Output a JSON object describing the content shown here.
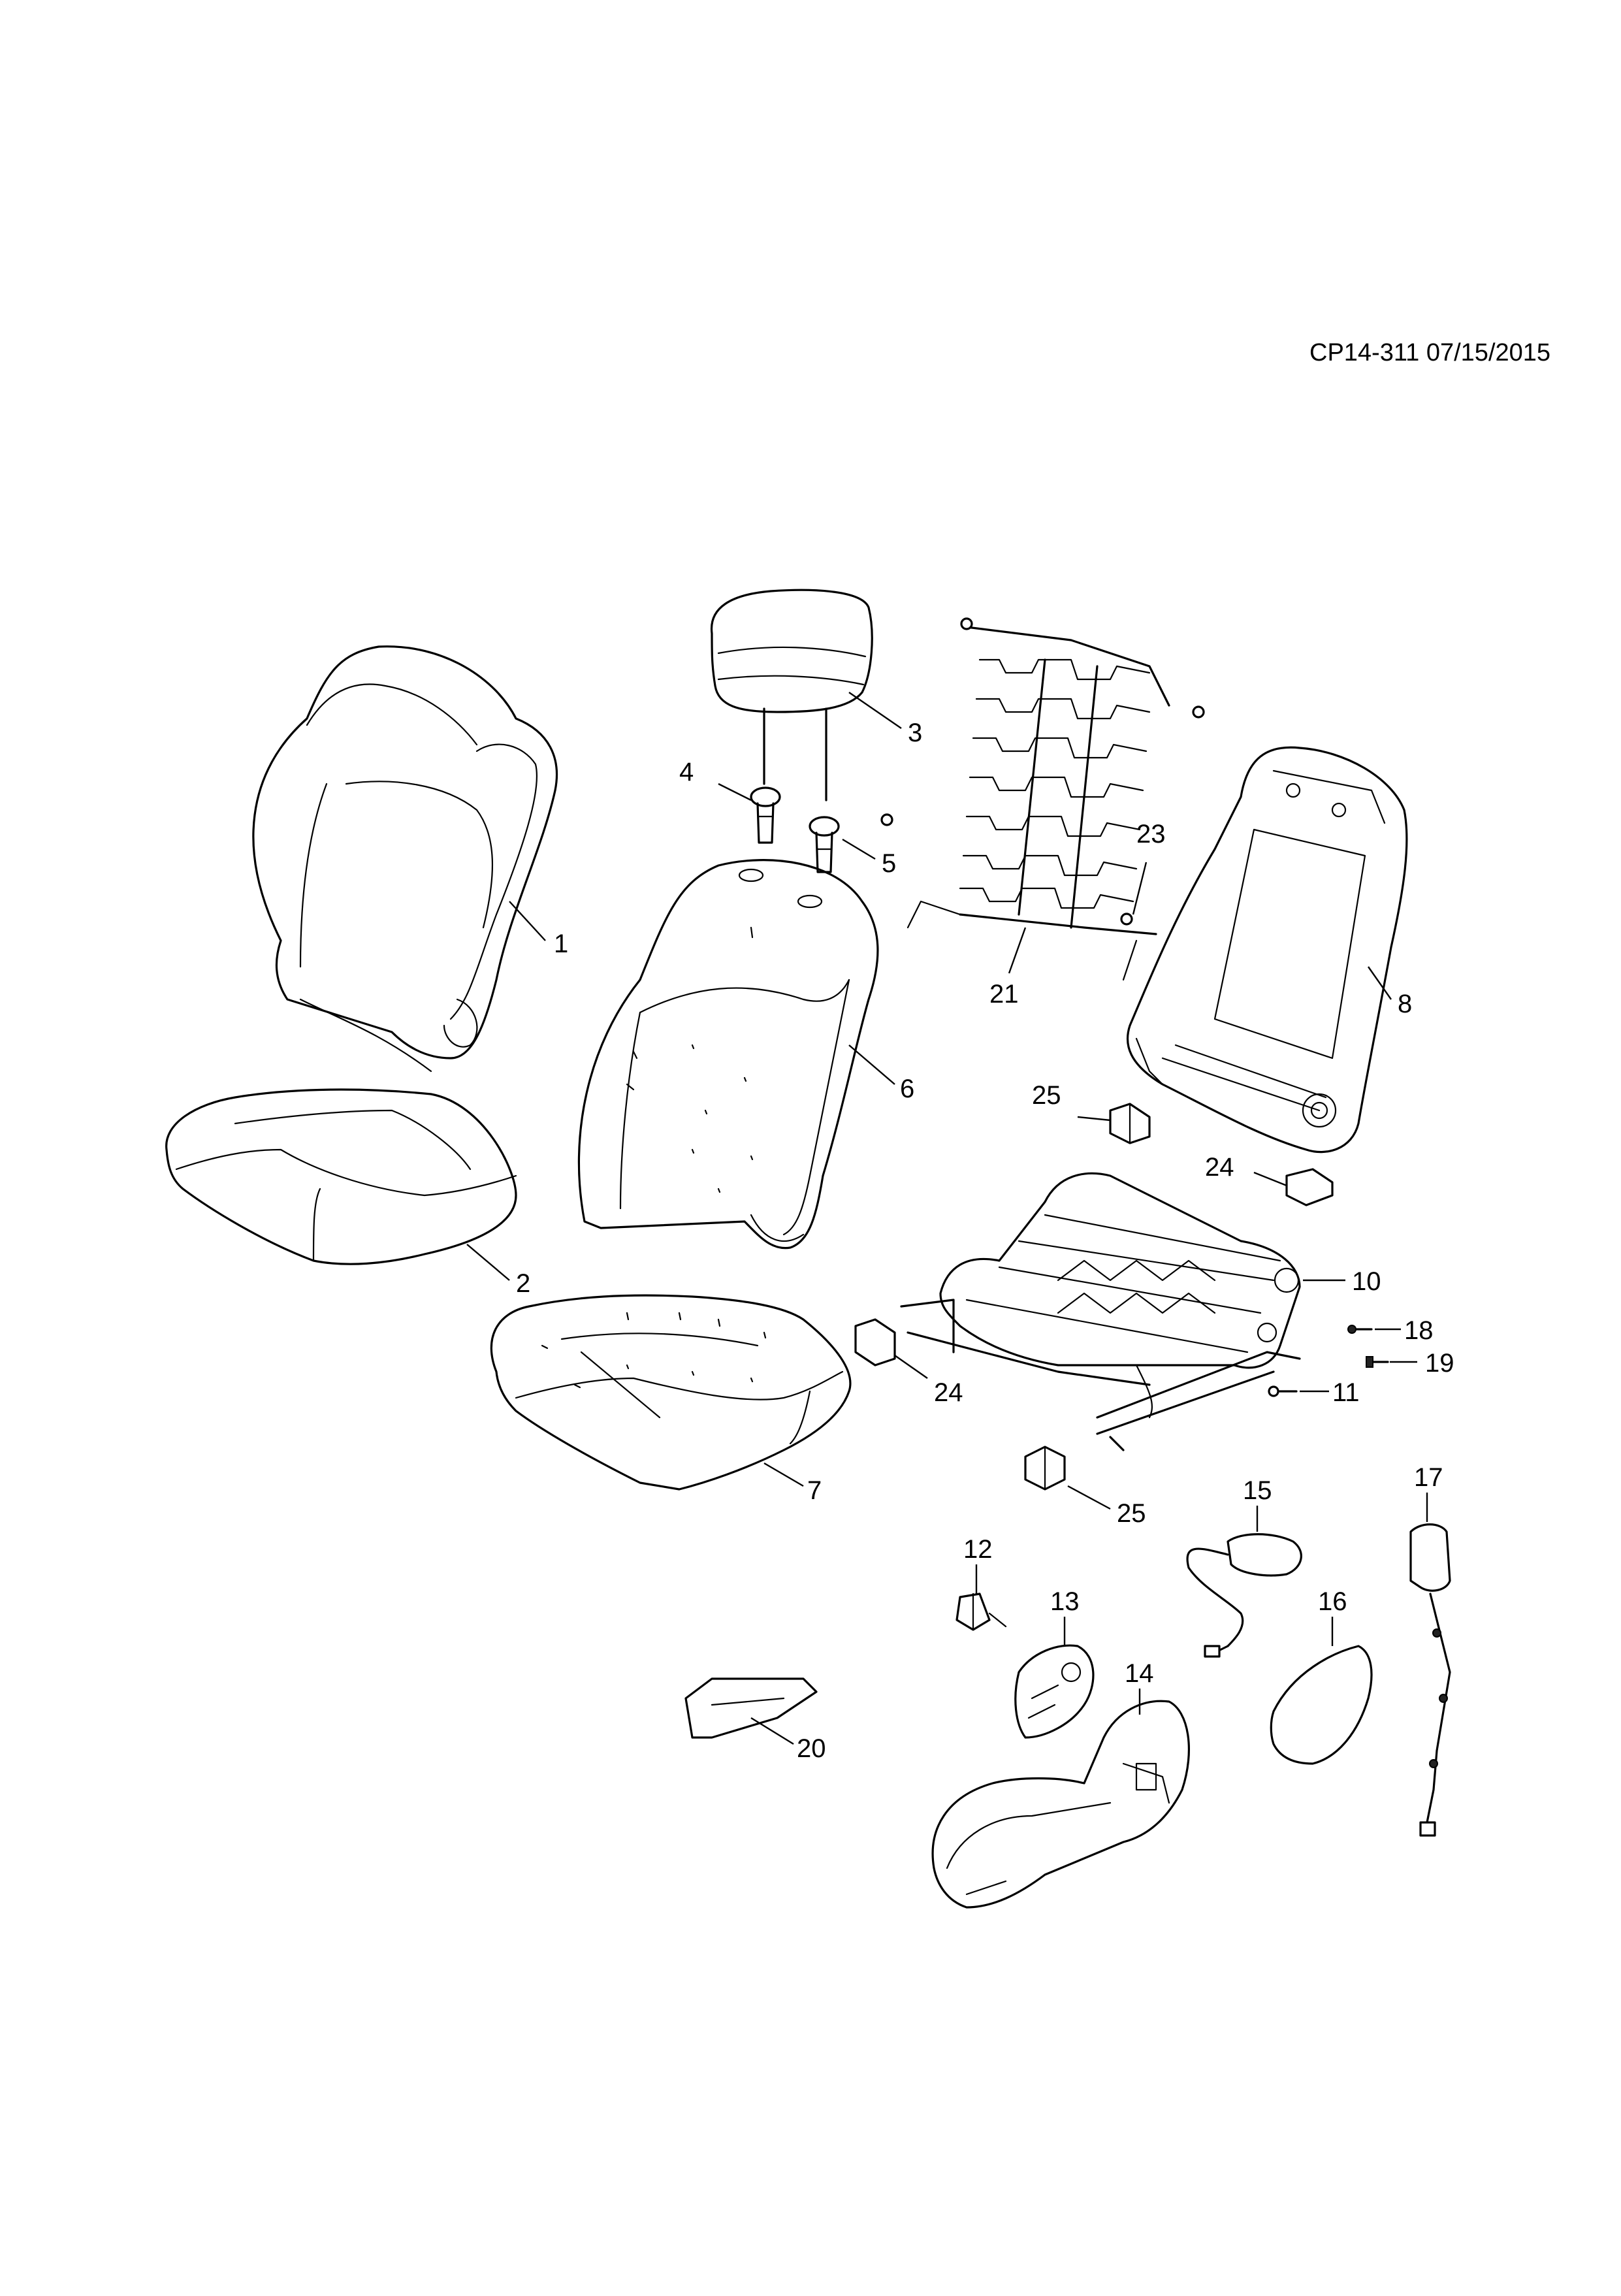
{
  "diagram": {
    "reference": "CP14-311 07/15/2015",
    "callouts": {
      "c1": "1",
      "c2": "2",
      "c3": "3",
      "c4": "4",
      "c5": "5",
      "c6": "6",
      "c7": "7",
      "c8": "8",
      "c10": "10",
      "c11": "11",
      "c12": "12",
      "c13": "13",
      "c14": "14",
      "c15": "15",
      "c16": "16",
      "c17": "17",
      "c18": "18",
      "c19": "19",
      "c20": "20",
      "c21": "21",
      "c23": "23",
      "c24a": "24",
      "c24b": "24",
      "c25a": "25",
      "c25b": "25"
    },
    "colors": {
      "line": "#000000",
      "background": "#ffffff"
    }
  }
}
